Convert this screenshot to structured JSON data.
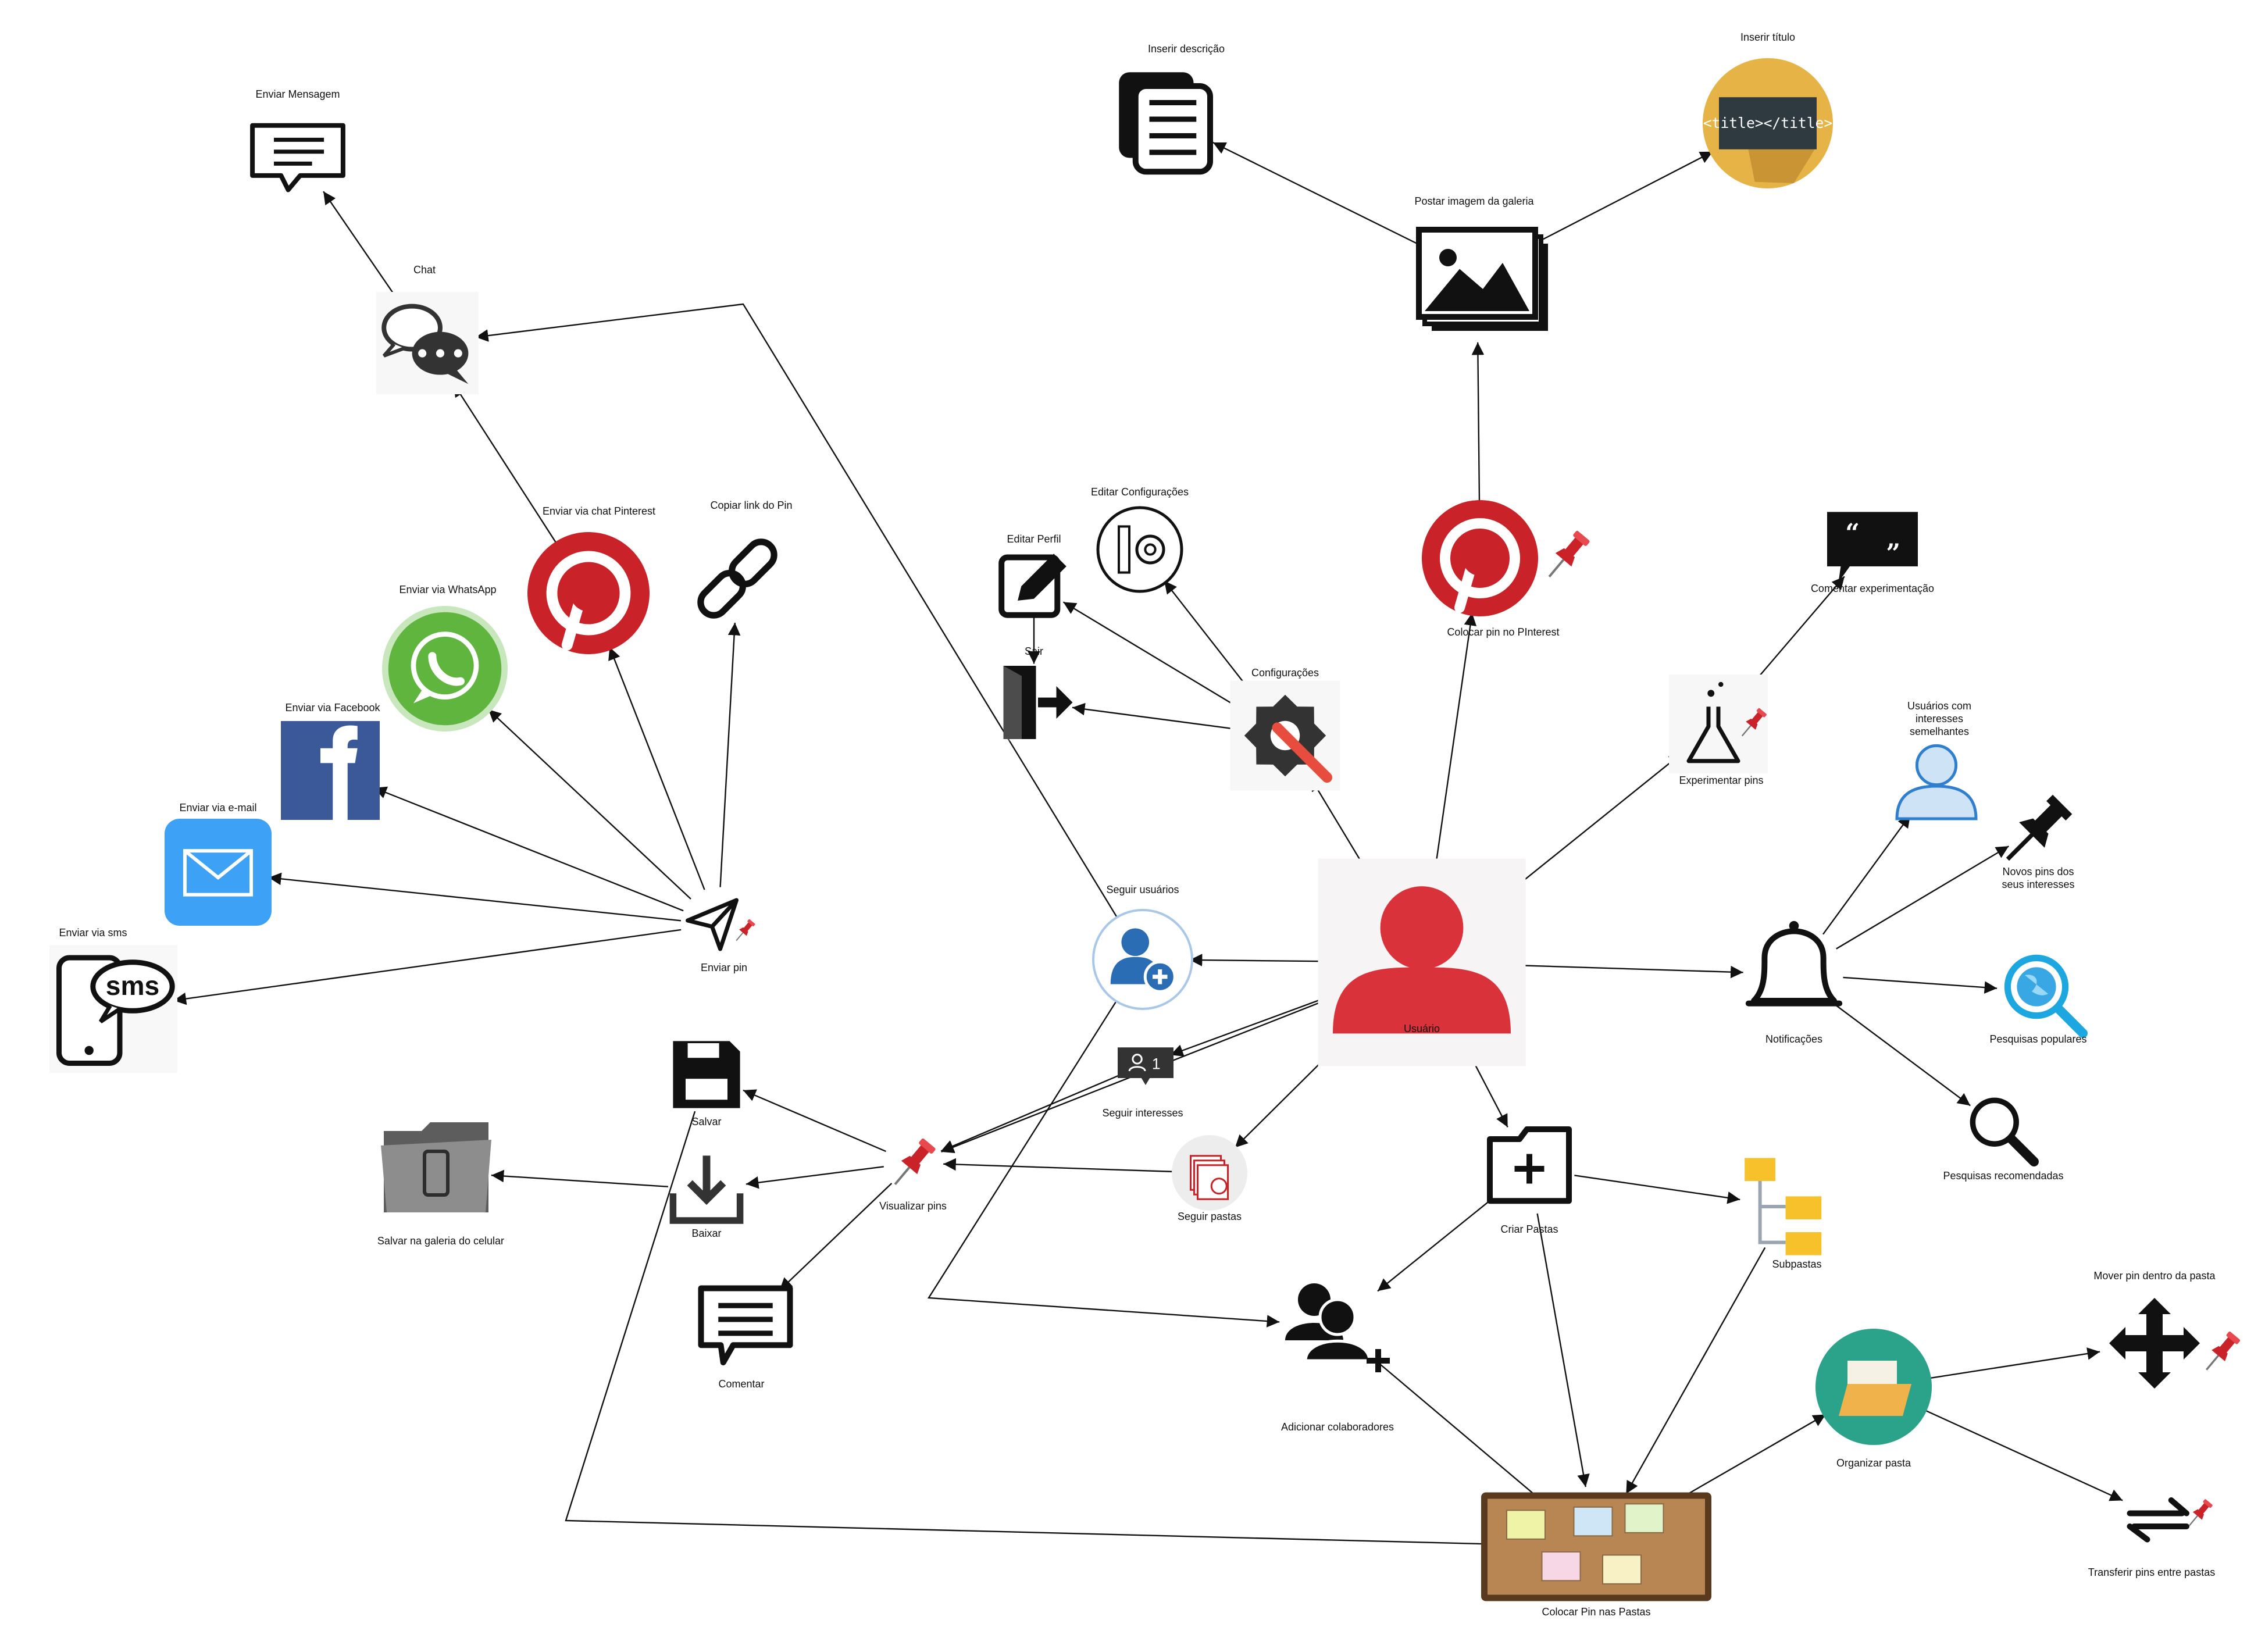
{
  "colors": {
    "pinterest_red": "#c92228",
    "user_red": "#d9323a",
    "edge": "#111111",
    "whatsapp_green": "#5fb53d",
    "facebook_blue": "#3b5998",
    "mail_blue": "#3da1f5",
    "follow_blue": "#2a6db5",
    "teal": "#2aa38a",
    "folder_yellow": "#f6c12b",
    "cork": "#b78652",
    "title_yellow": "#e6b347"
  },
  "nodes": [
    {
      "id": "usuario",
      "label": "Usuário",
      "icon": "user-icon"
    },
    {
      "id": "colocar_pin",
      "label": "Colocar pin no PInterest",
      "icon": "pinterest-icon"
    },
    {
      "id": "postar_imagem",
      "label": "Postar imagem da galeria",
      "icon": "gallery-icon"
    },
    {
      "id": "inserir_descricao",
      "label": "Inserir descrição",
      "icon": "document-icon"
    },
    {
      "id": "inserir_titulo",
      "label": "Inserir título",
      "icon": "title-tag-icon",
      "badge": "<title></title>"
    },
    {
      "id": "configuracoes",
      "label": "Configurações",
      "icon": "gear-wrench-icon"
    },
    {
      "id": "editar_config",
      "label": "Editar Configurações",
      "icon": "settings-pencil-icon"
    },
    {
      "id": "editar_perfil",
      "label": "Editar Perfil",
      "icon": "edit-icon"
    },
    {
      "id": "sair",
      "label": "Sair",
      "icon": "exit-icon"
    },
    {
      "id": "experimentar",
      "label": "Experimentar pins",
      "icon": "flask-icon"
    },
    {
      "id": "comentar_exp",
      "label": "Comentar experimentação",
      "icon": "quote-bubble-icon"
    },
    {
      "id": "notificacoes",
      "label": "Notificações",
      "icon": "bell-icon"
    },
    {
      "id": "usuarios_interesses",
      "label": "Usuários com interesses semelhantes",
      "icon": "person-icon"
    },
    {
      "id": "novos_pins",
      "label": "Novos pins dos seus interesses",
      "icon": "pushpin-icon"
    },
    {
      "id": "pesquisas_populares",
      "label": "Pesquisas populares",
      "icon": "globe-search-icon"
    },
    {
      "id": "pesquisas_recomendadas",
      "label": "Pesquisas recomendadas",
      "icon": "magnifier-icon"
    },
    {
      "id": "seguir_usuarios",
      "label": "Seguir usuários",
      "icon": "add-user-icon"
    },
    {
      "id": "seguir_interesses",
      "label": "Seguir interesses",
      "icon": "follower-badge-icon",
      "badge": "1"
    },
    {
      "id": "seguir_pastas",
      "label": "Seguir pastas",
      "icon": "folder-stack-icon"
    },
    {
      "id": "criar_pastas",
      "label": "Criar Pastas",
      "icon": "folder-add-icon"
    },
    {
      "id": "subpastas",
      "label": "Subpastas",
      "icon": "folder-tree-icon"
    },
    {
      "id": "adicionar_colab",
      "label": "Adicionar colaboradores",
      "icon": "add-group-icon"
    },
    {
      "id": "colocar_pin_pastas",
      "label": "Colocar Pin nas Pastas",
      "icon": "corkboard-icon"
    },
    {
      "id": "organizar_pasta",
      "label": "Organizar pasta",
      "icon": "open-folder-icon"
    },
    {
      "id": "mover_pin",
      "label": "Mover pin dentro da pasta",
      "icon": "move-arrows-icon"
    },
    {
      "id": "transferir_pins",
      "label": "Transferir pins entre pastas",
      "icon": "swap-arrows-icon"
    },
    {
      "id": "visualizar_pins",
      "label": "Visualizar pins",
      "icon": "pushpin-red-icon"
    },
    {
      "id": "salvar",
      "label": "Salvar",
      "icon": "floppy-icon"
    },
    {
      "id": "baixar",
      "label": "Baixar",
      "icon": "download-icon"
    },
    {
      "id": "salvar_galeria",
      "label": "Salvar na galeria do celular",
      "icon": "phone-folder-icon"
    },
    {
      "id": "comentar",
      "label": "Comentar",
      "icon": "comment-icon"
    },
    {
      "id": "enviar_pin",
      "label": "Enviar pin",
      "icon": "send-icon"
    },
    {
      "id": "chat",
      "label": "Chat",
      "icon": "chat-icon"
    },
    {
      "id": "enviar_mensagem",
      "label": "Enviar Mensagem",
      "icon": "message-icon"
    },
    {
      "id": "enviar_chat_pinterest",
      "label": "Enviar via chat Pinterest",
      "icon": "pinterest-icon"
    },
    {
      "id": "copiar_link",
      "label": "Copiar link do Pin",
      "icon": "link-icon"
    },
    {
      "id": "enviar_whatsapp",
      "label": "Enviar via WhatsApp",
      "icon": "whatsapp-icon"
    },
    {
      "id": "enviar_facebook",
      "label": "Enviar via Facebook",
      "icon": "facebook-icon"
    },
    {
      "id": "enviar_email",
      "label": "Enviar via e-mail",
      "icon": "mail-icon"
    },
    {
      "id": "enviar_sms",
      "label": "Enviar via sms",
      "icon": "sms-icon",
      "badge": "sms"
    }
  ],
  "edges": [
    {
      "from": "usuario",
      "to": "colocar_pin"
    },
    {
      "from": "colocar_pin",
      "to": "postar_imagem"
    },
    {
      "from": "postar_imagem",
      "to": "inserir_descricao"
    },
    {
      "from": "postar_imagem",
      "to": "inserir_titulo"
    },
    {
      "from": "usuario",
      "to": "configuracoes"
    },
    {
      "from": "configuracoes",
      "to": "editar_config"
    },
    {
      "from": "configuracoes",
      "to": "editar_perfil"
    },
    {
      "from": "configuracoes",
      "to": "sair"
    },
    {
      "from": "editar_perfil",
      "to": "sair"
    },
    {
      "from": "usuario",
      "to": "experimentar"
    },
    {
      "from": "experimentar",
      "to": "comentar_exp"
    },
    {
      "from": "usuario",
      "to": "notificacoes"
    },
    {
      "from": "notificacoes",
      "to": "usuarios_interesses"
    },
    {
      "from": "notificacoes",
      "to": "novos_pins"
    },
    {
      "from": "notificacoes",
      "to": "pesquisas_populares"
    },
    {
      "from": "notificacoes",
      "to": "pesquisas_recomendadas"
    },
    {
      "from": "usuario",
      "to": "seguir_usuarios"
    },
    {
      "from": "usuario",
      "to": "seguir_interesses"
    },
    {
      "from": "usuario",
      "to": "seguir_pastas"
    },
    {
      "from": "usuario",
      "to": "criar_pastas"
    },
    {
      "from": "usuario",
      "to": "visualizar_pins"
    },
    {
      "from": "criar_pastas",
      "to": "subpastas"
    },
    {
      "from": "criar_pastas",
      "to": "adicionar_colab"
    },
    {
      "from": "criar_pastas",
      "to": "colocar_pin_pastas"
    },
    {
      "from": "subpastas",
      "to": "colocar_pin_pastas"
    },
    {
      "from": "adicionar_colab",
      "to": "colocar_pin_pastas"
    },
    {
      "from": "colocar_pin_pastas",
      "to": "organizar_pasta"
    },
    {
      "from": "organizar_pasta",
      "to": "mover_pin"
    },
    {
      "from": "organizar_pasta",
      "to": "transferir_pins"
    },
    {
      "from": "seguir_usuarios",
      "to": "chat"
    },
    {
      "from": "seguir_usuarios",
      "to": "adicionar_colab"
    },
    {
      "from": "seguir_interesses",
      "to": "visualizar_pins"
    },
    {
      "from": "seguir_pastas",
      "to": "visualizar_pins"
    },
    {
      "from": "visualizar_pins",
      "to": "salvar"
    },
    {
      "from": "visualizar_pins",
      "to": "baixar"
    },
    {
      "from": "visualizar_pins",
      "to": "comentar"
    },
    {
      "from": "baixar",
      "to": "salvar_galeria"
    },
    {
      "from": "salvar",
      "to": "colocar_pin_pastas"
    },
    {
      "from": "enviar_pin",
      "to": "enviar_chat_pinterest"
    },
    {
      "from": "enviar_pin",
      "to": "copiar_link"
    },
    {
      "from": "enviar_pin",
      "to": "enviar_whatsapp"
    },
    {
      "from": "enviar_pin",
      "to": "enviar_facebook"
    },
    {
      "from": "enviar_pin",
      "to": "enviar_email"
    },
    {
      "from": "enviar_pin",
      "to": "enviar_sms"
    },
    {
      "from": "enviar_chat_pinterest",
      "to": "chat"
    },
    {
      "from": "chat",
      "to": "enviar_mensagem"
    }
  ]
}
